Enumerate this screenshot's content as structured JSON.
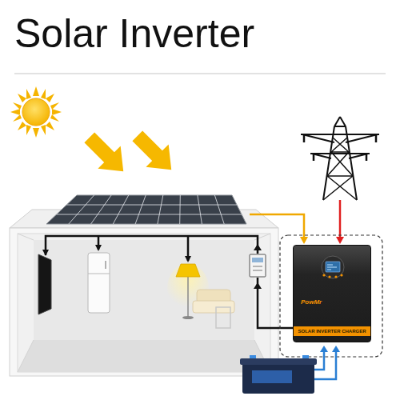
{
  "diagram": {
    "title": "Solar Inverter",
    "nodes": [
      {
        "text": [
          "PowMr",
          "SOLAR INVERTER CHARGER"
        ]
      }
    ]
  }
}
